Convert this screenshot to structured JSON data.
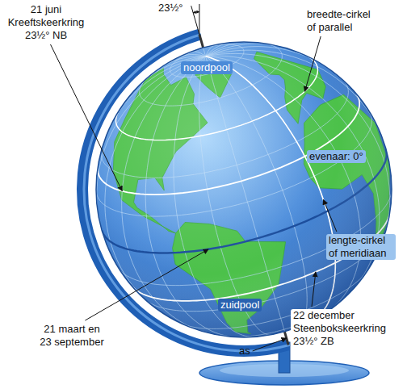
{
  "diagram": {
    "labels": [
      "21 juni Kreeftskeerkring 23½° NB",
      "23½°",
      "breedte-cirkel of parallel",
      "noordpool",
      "evenaar: 0°",
      "lengte-cirkel of meridiaan",
      "22 december Steenbokskeerkring 23½° ZB",
      "zuidpool",
      "21 maart en 23 september",
      "as"
    ]
  }
}
